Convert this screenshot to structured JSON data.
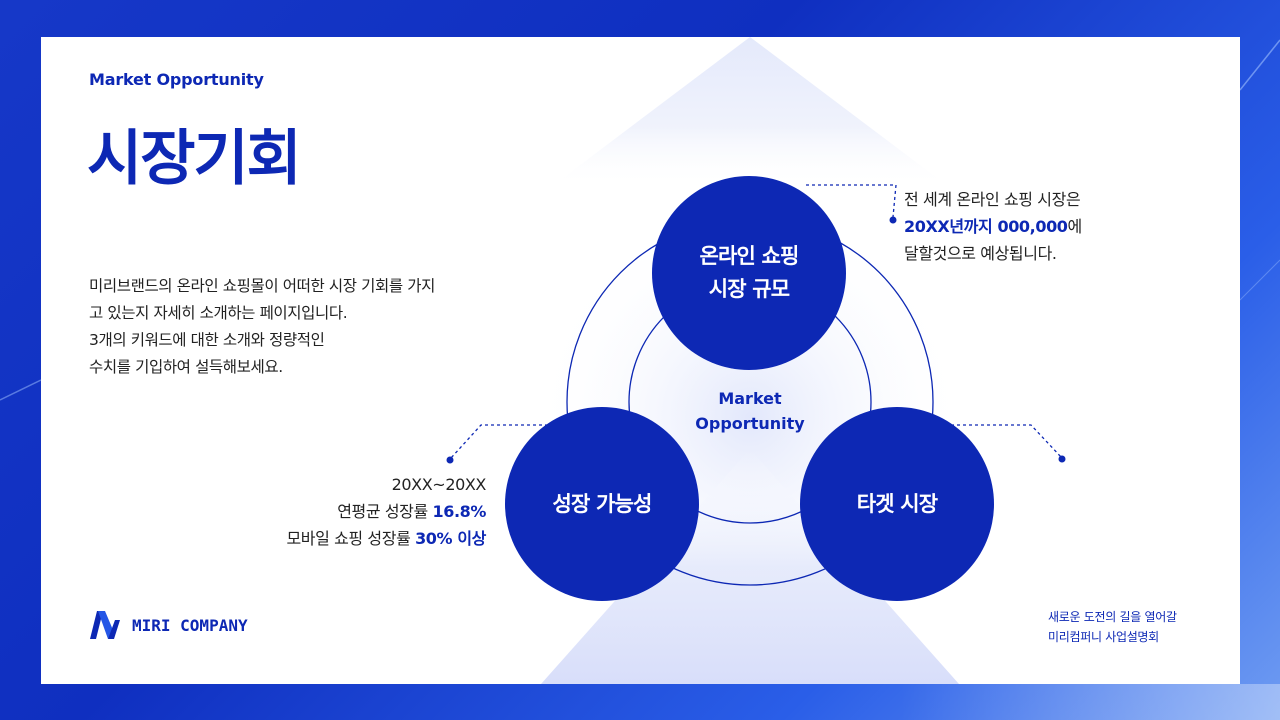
{
  "header": {
    "eyebrow": "Market Opportunity",
    "title": "시장기회"
  },
  "description": [
    "미리브랜드의 온라인 쇼핑몰이 어떠한 시장 기회를 가지",
    "고 있는지 자세히 소개하는 페이지입니다.",
    "3개의 키워드에 대한 소개와 정량적인",
    "수치를 기입하여 설득해보세요."
  ],
  "diagram": {
    "center": [
      "Market",
      "Opportunity"
    ],
    "circles": {
      "top": [
        "온라인 쇼핑",
        "시장 규모"
      ],
      "left": "성장 가능성",
      "right": "타겟 시장"
    }
  },
  "notes": {
    "top": {
      "line1": "전 세계 온라인 쇼핑 시장은",
      "line2_strong": "20XX년까지 000,000",
      "line2_rest": "에",
      "line3": "달할것으로 예상됩니다."
    },
    "left": {
      "line1": "20XX~20XX",
      "line2_prefix": "연평균 성장률 ",
      "line2_strong": "16.8%",
      "line3_prefix": "모바일 쇼핑 성장률 ",
      "line3_strong": "30% 이상"
    }
  },
  "logo": {
    "text": "MIRI COMPANY"
  },
  "footer": {
    "line1": "새로운 도전의 길을 열어갈",
    "line2": "미리컴퍼니 사업설명회"
  },
  "colors": {
    "primary": "#0d28b4",
    "background": "#1638c8",
    "card": "#ffffff"
  }
}
